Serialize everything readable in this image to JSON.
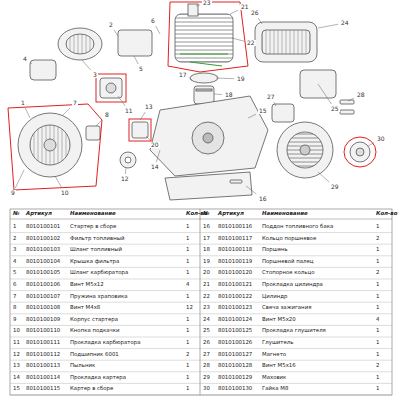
{
  "diagram": {
    "labels": [
      "№",
      "Артикул",
      "Наименование",
      "Кол-во",
      "№",
      "Артикул",
      "Наименование",
      "Кол-во",
      "1",
      "8010100101",
      "Стартер в сборе",
      "1",
      "16",
      "8010100116",
      "Поддон топливного бака",
      "1",
      "2",
      "8010100102",
      "Фильтр топливный",
      "1",
      "17",
      "8010100117",
      "Кольцо поршневое",
      "2",
      "3",
      "8010100103",
      "Шланг топливный",
      "1",
      "18",
      "8010100118",
      "Поршень",
      "1",
      "4",
      "8010100104",
      "Крышка фильтра",
      "1",
      "19",
      "8010100119",
      "Поршневой палец",
      "1",
      "5",
      "8010100105",
      "Шланг карбюратора",
      "1",
      "20",
      "8010100120",
      "Стопорное кольцо",
      "2",
      "6",
      "8010100106",
      "Винт M5x12",
      "4",
      "21",
      "8010100121",
      "Прокладка цилиндра",
      "1",
      "7",
      "8010100107",
      "Пружина храповика",
      "1",
      "22",
      "8010100122",
      "Цилиндр",
      "1",
      "8",
      "8010100108",
      "Винт M4x8",
      "12",
      "23",
      "8010100123",
      "Свеча зажигания",
      "1",
      "9",
      "8010100109",
      "Корпус стартера",
      "1",
      "24",
      "8010100124",
      "Винт M5x20",
      "4",
      "10",
      "8010100110",
      "Кнопка подкачки",
      "1",
      "25",
      "8010100125",
      "Прокладка глушителя",
      "1",
      "11",
      "8010100111",
      "Прокладка карбюратора",
      "1",
      "26",
      "8010100126",
      "Глушитель",
      "1",
      "12",
      "8010100112",
      "Подшипник 6001",
      "2",
      "27",
      "8010100127",
      "Магнето",
      "1",
      "13",
      "8010100113",
      "Пыльник",
      "1",
      "28",
      "8010100128",
      "Винт M5x16",
      "2",
      "14",
      "8010100114",
      "Прокладка картера",
      "1",
      "29",
      "8010100129",
      "Маховик",
      "1",
      "15",
      "8010100115",
      "Картер в сборе",
      "1",
      "30",
      "8010100130",
      "Гайка M8",
      "1",
      "1",
      "2",
      "3",
      "4",
      "5",
      "6",
      "7",
      "8",
      "9",
      "10",
      "11",
      "12",
      "13",
      "14",
      "15",
      "16",
      "17",
      "18",
      "19",
      "20",
      "21",
      "22",
      "23",
      "24",
      "25",
      "26",
      "27",
      "28",
      "29",
      "30"
    ]
  }
}
